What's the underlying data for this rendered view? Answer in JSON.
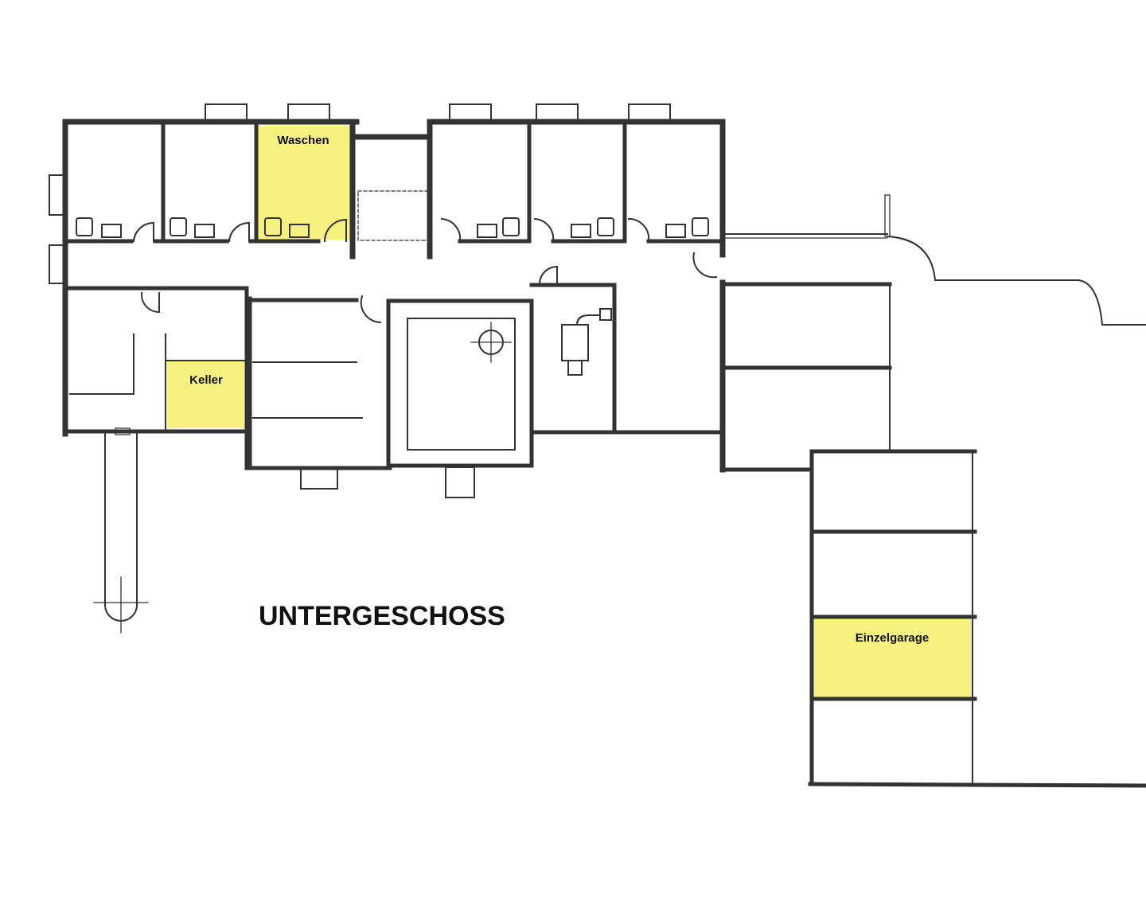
{
  "plan": {
    "title": "UNTERGESCHOSS",
    "highlight_color": "#f7f181",
    "wall_color": "#333333",
    "rooms": [
      {
        "label": "Waschen",
        "highlighted": true
      },
      {
        "label": "Keller",
        "highlighted": true
      },
      {
        "label": "Einzelgarage",
        "highlighted": true
      }
    ]
  }
}
